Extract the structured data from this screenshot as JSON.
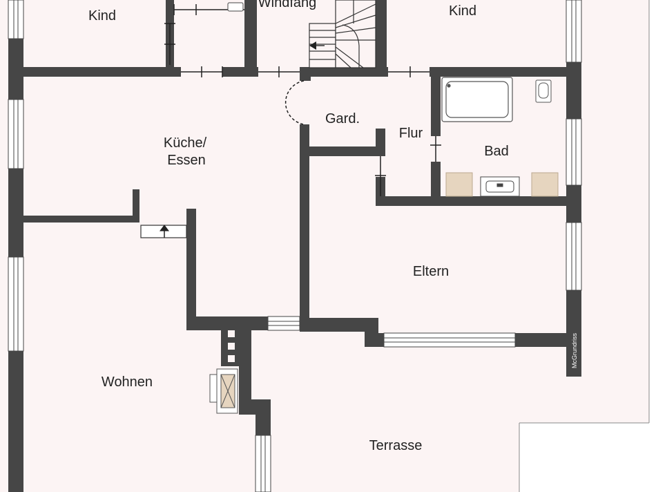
{
  "colors": {
    "wall": "#464646",
    "floor": "#fcf4f4",
    "background": "#ffffff",
    "window_glass": "#ffffff",
    "fixture_beige": "#e6d5bf",
    "fixture_line": "#444444"
  },
  "rooms": {
    "kind_left": "Kind",
    "windfang": "Windfang",
    "kind_right": "Kind",
    "kueche_line1": "Küche/",
    "kueche_line2": "Essen",
    "gard": "Gard.",
    "flur": "Flur",
    "bad": "Bad",
    "eltern": "Eltern",
    "wohnen": "Wohnen",
    "terrasse": "Terrasse"
  },
  "brand": "McGrundriss",
  "icons": {
    "stair_arrow": "arrow-left-icon",
    "vent_arrow": "arrow-up-icon",
    "stove": "stove-icon",
    "bathtub": "bathtub-icon",
    "toilet": "toilet-icon",
    "sink": "sink-icon"
  }
}
